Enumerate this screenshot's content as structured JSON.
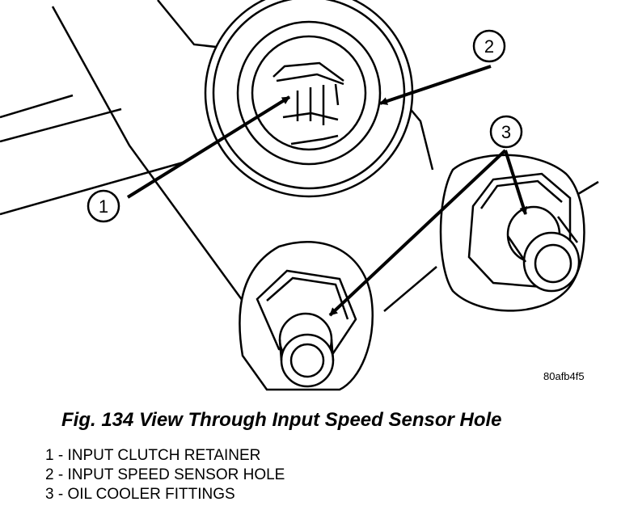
{
  "figure": {
    "code": "80afb4f5",
    "caption": "Fig. 134 View Through Input Speed Sensor Hole",
    "callouts": [
      {
        "number": "1",
        "text": "1 - INPUT CLUTCH RETAINER"
      },
      {
        "number": "2",
        "text": "2 - INPUT SPEED SENSOR HOLE"
      },
      {
        "number": "3",
        "text": "3 - OIL COOLER FITTINGS"
      }
    ]
  },
  "colors": {
    "ink": "#000000",
    "paper": "#ffffff"
  }
}
